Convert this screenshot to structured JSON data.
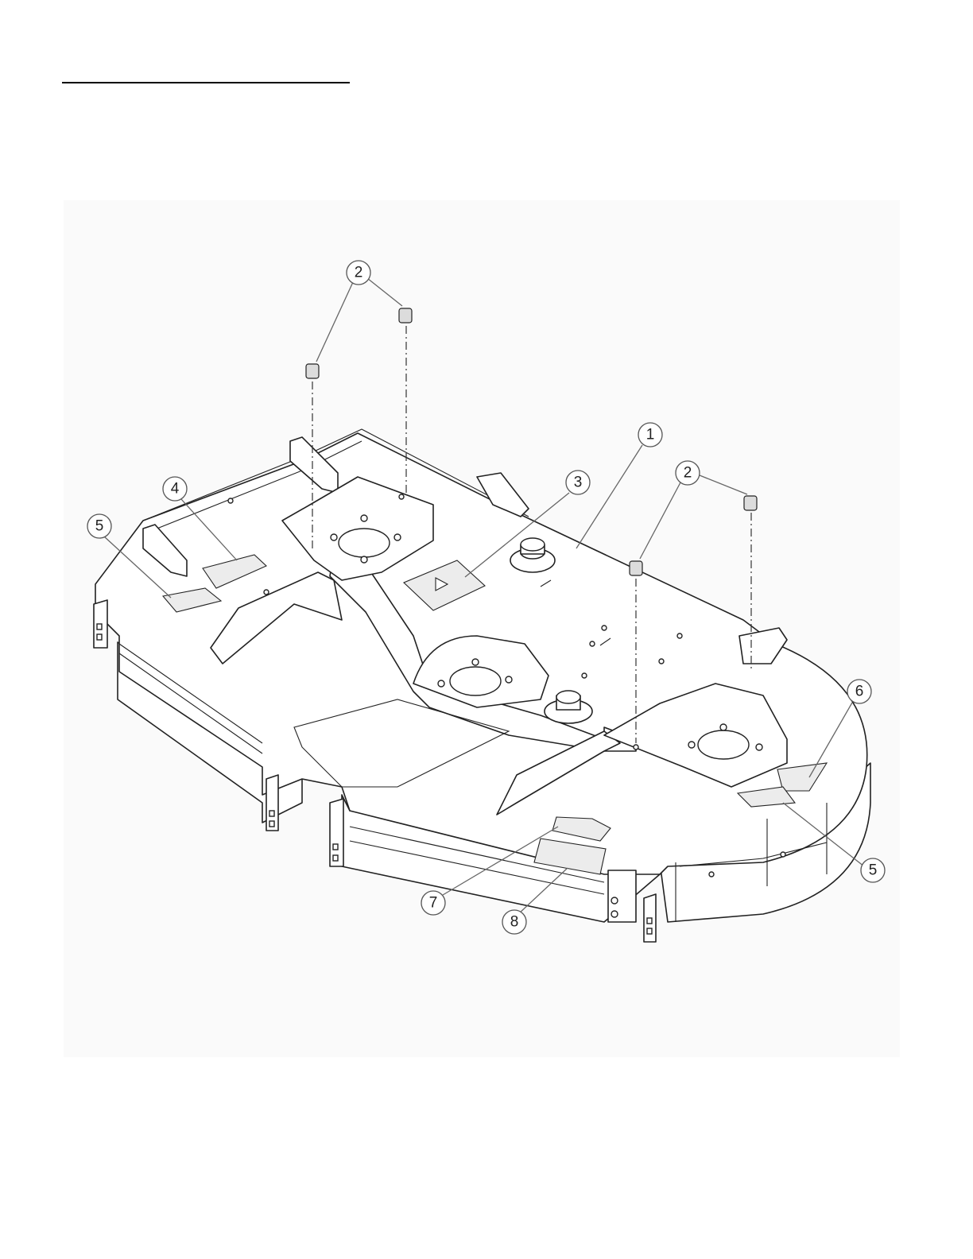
{
  "figure": {
    "callouts": [
      {
        "id": "c2a",
        "label": "2"
      },
      {
        "id": "c1",
        "label": "1"
      },
      {
        "id": "c2b",
        "label": "2"
      },
      {
        "id": "c3",
        "label": "3"
      },
      {
        "id": "c4",
        "label": "4"
      },
      {
        "id": "c5a",
        "label": "5"
      },
      {
        "id": "c6",
        "label": "6"
      },
      {
        "id": "c5b",
        "label": "5"
      },
      {
        "id": "c7",
        "label": "7"
      },
      {
        "id": "c8",
        "label": "8"
      }
    ]
  }
}
